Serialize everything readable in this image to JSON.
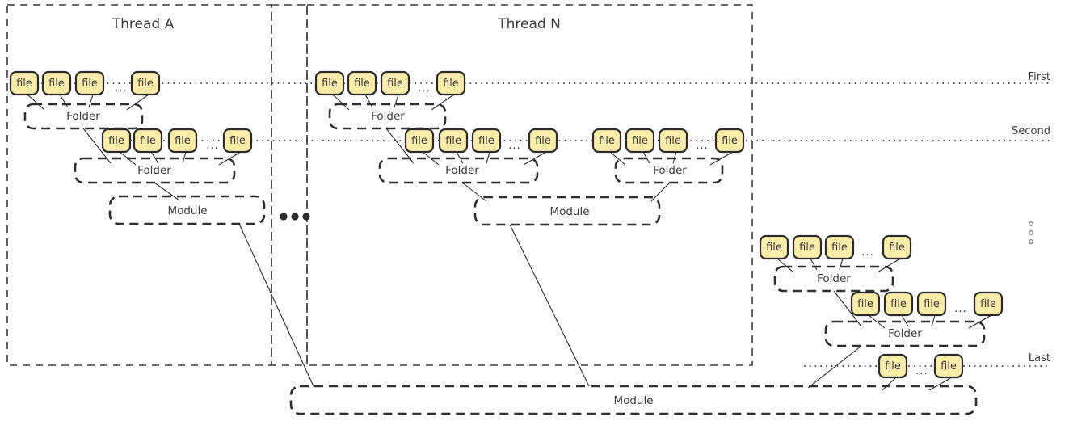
{
  "diagram": {
    "title_left": "Thread A",
    "title_right": "Thread N",
    "file_label": "file",
    "folder_label": "Folder",
    "module_label": "Module",
    "ellipsis_inline": "...",
    "ellipsis_threads": "•••",
    "row_labels": {
      "first": "First",
      "second": "Second",
      "last": "Last"
    },
    "colors": {
      "file_fill": "#fcecaa",
      "stroke": "#2b2b2b",
      "text": "#3d3d3d"
    }
  },
  "threads": [
    {
      "name": "Thread A",
      "rows": [
        {
          "row": "First",
          "files": 4,
          "folder": "Folder"
        },
        {
          "row": "Second",
          "files": 4,
          "folder": "Folder"
        }
      ],
      "module": "Module"
    },
    {
      "name": "Thread N",
      "rows": [
        {
          "row": "First",
          "files": 4,
          "folder": "Folder"
        },
        {
          "row": "Second",
          "files": 4,
          "folder": "Folder"
        },
        {
          "row": "Second",
          "files": 4,
          "folder": "Folder"
        }
      ],
      "module": "Module"
    }
  ],
  "trailing_group": {
    "rows": [
      {
        "files": 4,
        "folder": "Folder"
      },
      {
        "files": 4,
        "folder": "Folder"
      },
      {
        "row": "Last",
        "files": 2
      }
    ],
    "module": "Module"
  }
}
